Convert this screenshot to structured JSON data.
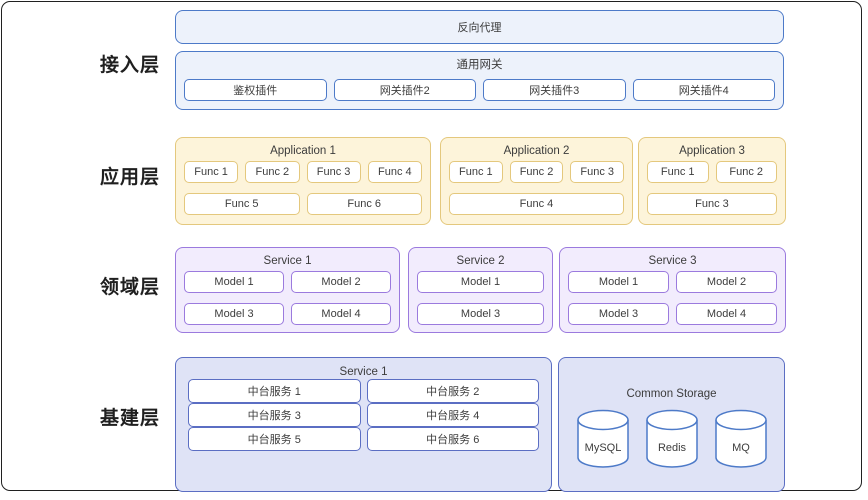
{
  "colors": {
    "access_blue_border": "#4d7ac8",
    "access_blue_fill": "#edf2fb",
    "app_yellow_border": "#e4c87d",
    "app_yellow_fill": "#fdf4da",
    "domain_purple_border": "#9b7ade",
    "domain_purple_fill": "#f2ecfd",
    "infra_blue_border": "#5b6ec3",
    "infra_blue_fill": "#dfe3f6",
    "text": "#3c3c3c"
  },
  "layers": {
    "access": {
      "label": "接入层",
      "reverse_proxy": "反向代理",
      "gateway": {
        "title": "通用网关",
        "plugins": [
          "鉴权插件",
          "网关插件2",
          "网关插件3",
          "网关插件4"
        ]
      }
    },
    "application": {
      "label": "应用层",
      "apps": [
        {
          "title": "Application 1",
          "row1": [
            "Func 1",
            "Func 2",
            "Func 3",
            "Func 4"
          ],
          "row2": [
            "Func 5",
            "Func 6"
          ]
        },
        {
          "title": "Application 2",
          "row1": [
            "Func 1",
            "Func 2",
            "Func 3"
          ],
          "row2": [
            "Func 4"
          ]
        },
        {
          "title": "Application 3",
          "row1": [
            "Func 1",
            "Func 2"
          ],
          "row2": [
            "Func 3"
          ]
        }
      ]
    },
    "domain": {
      "label": "领域层",
      "services": [
        {
          "title": "Service 1",
          "models": [
            "Model 1",
            "Model 2",
            "Model 3",
            "Model 4"
          ]
        },
        {
          "title": "Service 2",
          "models": [
            "Model 1",
            "Model 3"
          ]
        },
        {
          "title": "Service 3",
          "models": [
            "Model 1",
            "Model 2",
            "Model 3",
            "Model 4"
          ]
        }
      ]
    },
    "infrastructure": {
      "label": "基建层",
      "service": {
        "title": "Service 1",
        "items": [
          "中台服务 1",
          "中台服务 2",
          "中台服务 3",
          "中台服务 4",
          "中台服务 5",
          "中台服务 6"
        ]
      },
      "storage": {
        "title": "Common Storage",
        "databases": [
          "MySQL",
          "Redis",
          "MQ"
        ]
      }
    }
  }
}
